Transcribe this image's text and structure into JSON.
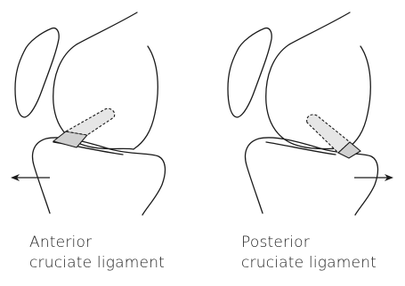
{
  "panels": [
    {
      "id": "anterior",
      "caption_line1": "Anterior",
      "caption_line2": "cruciate ligament"
    },
    {
      "id": "posterior",
      "caption_line1": "Posterior",
      "caption_line2": "cruciate ligament"
    }
  ],
  "colors": {
    "outline": "#1a1a1a",
    "ligament_fill": "#d0d0d0"
  }
}
